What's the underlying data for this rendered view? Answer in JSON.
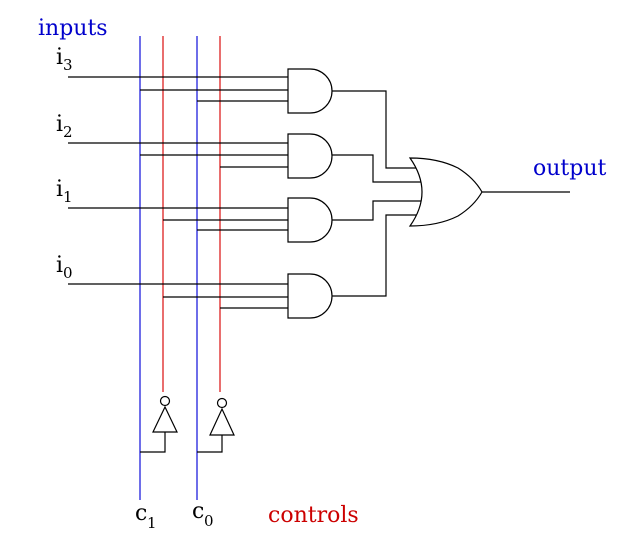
{
  "labels": {
    "inputs": "inputs",
    "output": "output",
    "controls": "controls"
  },
  "inputs": [
    {
      "base": "i",
      "sub": "3"
    },
    {
      "base": "i",
      "sub": "2"
    },
    {
      "base": "i",
      "sub": "1"
    },
    {
      "base": "i",
      "sub": "0"
    }
  ],
  "controls": [
    {
      "base": "c",
      "sub": "1"
    },
    {
      "base": "c",
      "sub": "0"
    }
  ],
  "colors": {
    "inputs_label": "#0000cc",
    "output_label": "#0000cc",
    "controls_label": "#cc0000",
    "control_line_blue": "#2020dd",
    "control_line_red": "#dd2020",
    "wires": "#000000"
  },
  "gates": {
    "and_count": 4,
    "or_count": 1,
    "not_count": 2
  }
}
